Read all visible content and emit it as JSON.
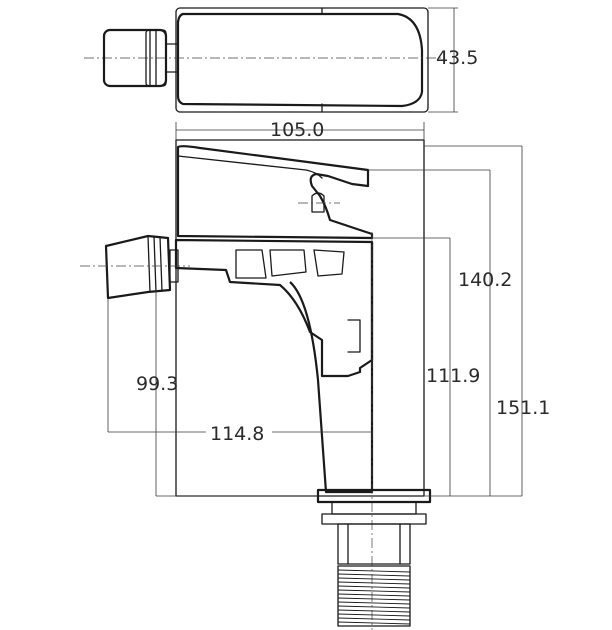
{
  "dimensions": {
    "depth": "43.5",
    "width": "105.0",
    "height_spout": "140.2",
    "height_body": "111.9",
    "height_total": "151.1",
    "outlet_height": "99.3",
    "reach": "114.8"
  }
}
